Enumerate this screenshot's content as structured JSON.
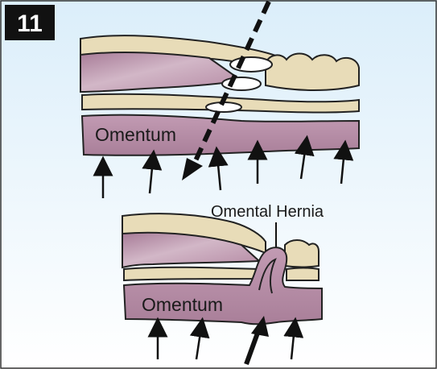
{
  "figure": {
    "number": "11"
  },
  "labels": {
    "omentum_top": "Omentum",
    "omentum_bottom": "Omentum",
    "hernia": "Omental Hernia"
  },
  "colors": {
    "background_gradient_top": "#dbeefa",
    "background_gradient_bottom": "#ffffff",
    "muscle": "#b58aa4",
    "muscle_highlight": "#d6bccb",
    "fat": "#e8dcb8",
    "omentum": "#b48aa3",
    "outline": "#222222",
    "badge": "#111111"
  },
  "icons": {
    "upward_pressure": "arrow-up-icon",
    "trocar_path": "dashed-arrow-icon"
  }
}
